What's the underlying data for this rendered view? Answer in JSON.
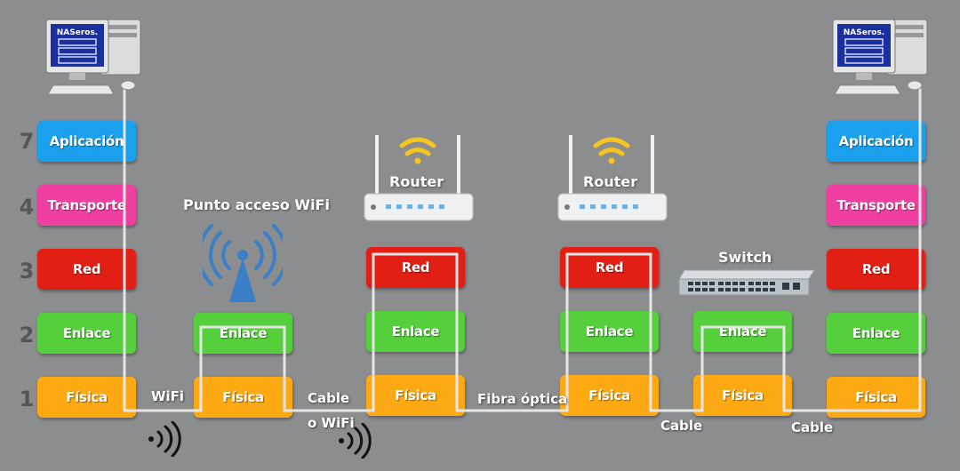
{
  "layer_numbers": [
    "7",
    "4",
    "3",
    "2",
    "1"
  ],
  "layers": {
    "aplicacion": "Aplicación",
    "transporte": "Transporte",
    "red": "Red",
    "enlace": "Enlace",
    "fisica": "Física"
  },
  "devices": {
    "pc_left": {
      "screen_text": "NASeros."
    },
    "pc_right": {
      "screen_text": "NASeros."
    },
    "access_point": {
      "label": "Punto acceso WiFi"
    },
    "router1": {
      "label": "Router"
    },
    "router2": {
      "label": "Router"
    },
    "switch": {
      "label": "Switch"
    }
  },
  "links": {
    "wifi": "WiFi",
    "cable": "Cable",
    "o_wifi": "o WiFi",
    "fibra": "Fibra óptica",
    "cable2": "Cable",
    "cable3": "Cable"
  },
  "colors": {
    "aplicacion": "#1aa0ec",
    "transporte": "#ef3fa1",
    "red": "#e21f14",
    "enlace": "#55cf3c",
    "fisica": "#fca914",
    "background": "#8c8d8f"
  }
}
